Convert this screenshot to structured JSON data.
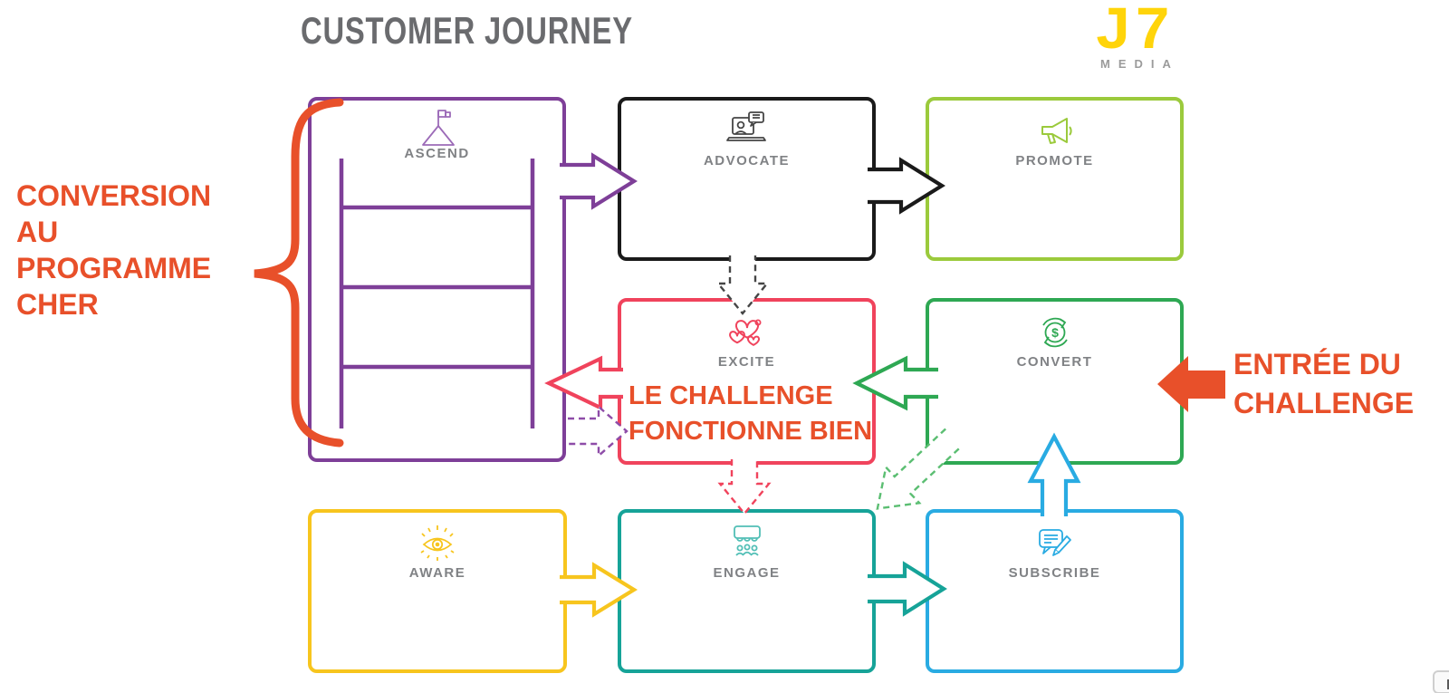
{
  "title": "CUSTOMER JOURNEY",
  "logo": {
    "main": "J7",
    "sub": "MEDIA"
  },
  "boxes": [
    {
      "id": "ascend",
      "label": "ASCEND",
      "color": "#7E3F98",
      "icon": "mountain-flag-icon"
    },
    {
      "id": "advocate",
      "label": "ADVOCATE",
      "color": "#1A1A1A",
      "icon": "laptop-chat-icon"
    },
    {
      "id": "promote",
      "label": "PROMOTE",
      "color": "#9BCA3C",
      "icon": "megaphone-icon"
    },
    {
      "id": "excite",
      "label": "EXCITE",
      "color": "#F0435C",
      "icon": "hearts-icon"
    },
    {
      "id": "convert",
      "label": "CONVERT",
      "color": "#2EA853",
      "icon": "dollar-cycle-icon"
    },
    {
      "id": "aware",
      "label": "AWARE",
      "color": "#F7C51E",
      "icon": "eye-icon"
    },
    {
      "id": "engage",
      "label": "ENGAGE",
      "color": "#16A398",
      "icon": "audience-icon"
    },
    {
      "id": "subscribe",
      "label": "SUBSCRIBE",
      "color": "#29ABE2",
      "icon": "message-pencil-icon"
    }
  ],
  "annotations": {
    "conversion": {
      "lines": [
        "CONVERSION",
        "AU",
        "PROGRAMME",
        "CHER"
      ]
    },
    "works": {
      "lines": [
        "LE CHALLENGE",
        "FONCTIONNE BIEN"
      ]
    },
    "entry": {
      "lines": [
        "ENTRÉE DU",
        "CHALLENGE"
      ]
    }
  },
  "colors": {
    "purple": "#7E3F98",
    "purple_light": "#9C6BB8",
    "purple_dash": "#8E4CA8",
    "black": "#1A1A1A",
    "dark_gray": "#454545",
    "lime": "#9BCA3C",
    "pink": "#F0435C",
    "green": "#2EA853",
    "green_light": "#5BBE72",
    "yellow": "#F7C51E",
    "teal": "#16A398",
    "teal_light": "#52BFB6",
    "cyan": "#29ABE2",
    "orange": "#E8502A",
    "label_gray": "#808285",
    "title_gray": "#6A6B6E",
    "logo_yellow": "#FFD40A",
    "logo_gray": "#9B9B9B"
  }
}
